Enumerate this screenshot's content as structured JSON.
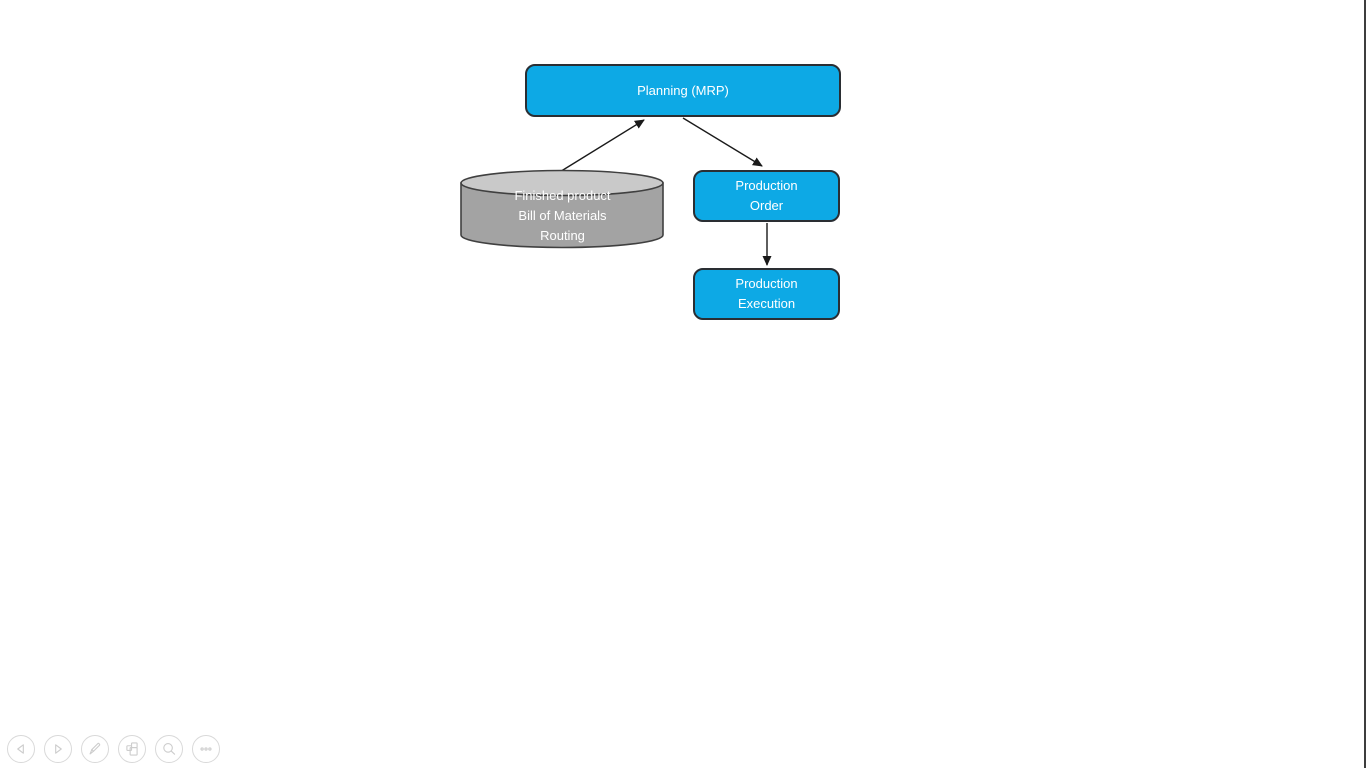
{
  "slide": {
    "nodes": {
      "planning": {
        "label": "Planning (MRP)"
      },
      "production_order": {
        "label": "Production\nOrder"
      },
      "production_execution": {
        "label": "Production\nExecution"
      },
      "master_data_store": {
        "label": "Finished product\nBill of Materials\nRouting"
      }
    },
    "connections": [
      {
        "from": "master_data_store",
        "to": "planning"
      },
      {
        "from": "planning",
        "to": "production_order"
      },
      {
        "from": "production_order",
        "to": "production_execution"
      }
    ],
    "colors": {
      "node_blue": "#0DA9E5",
      "cylinder_body": "#A3A3A3",
      "cylinder_top": "#C9C9C9",
      "shape_outline": "#2A2E33",
      "arrow": "#1A1A1A",
      "node_text": "#FFFFFF"
    }
  },
  "presenter_toolbar": {
    "buttons": [
      {
        "icon": "previous-slide-icon"
      },
      {
        "icon": "next-slide-icon"
      },
      {
        "icon": "pen-icon"
      },
      {
        "icon": "all-slides-icon"
      },
      {
        "icon": "zoom-icon"
      },
      {
        "icon": "more-options-icon"
      }
    ]
  }
}
